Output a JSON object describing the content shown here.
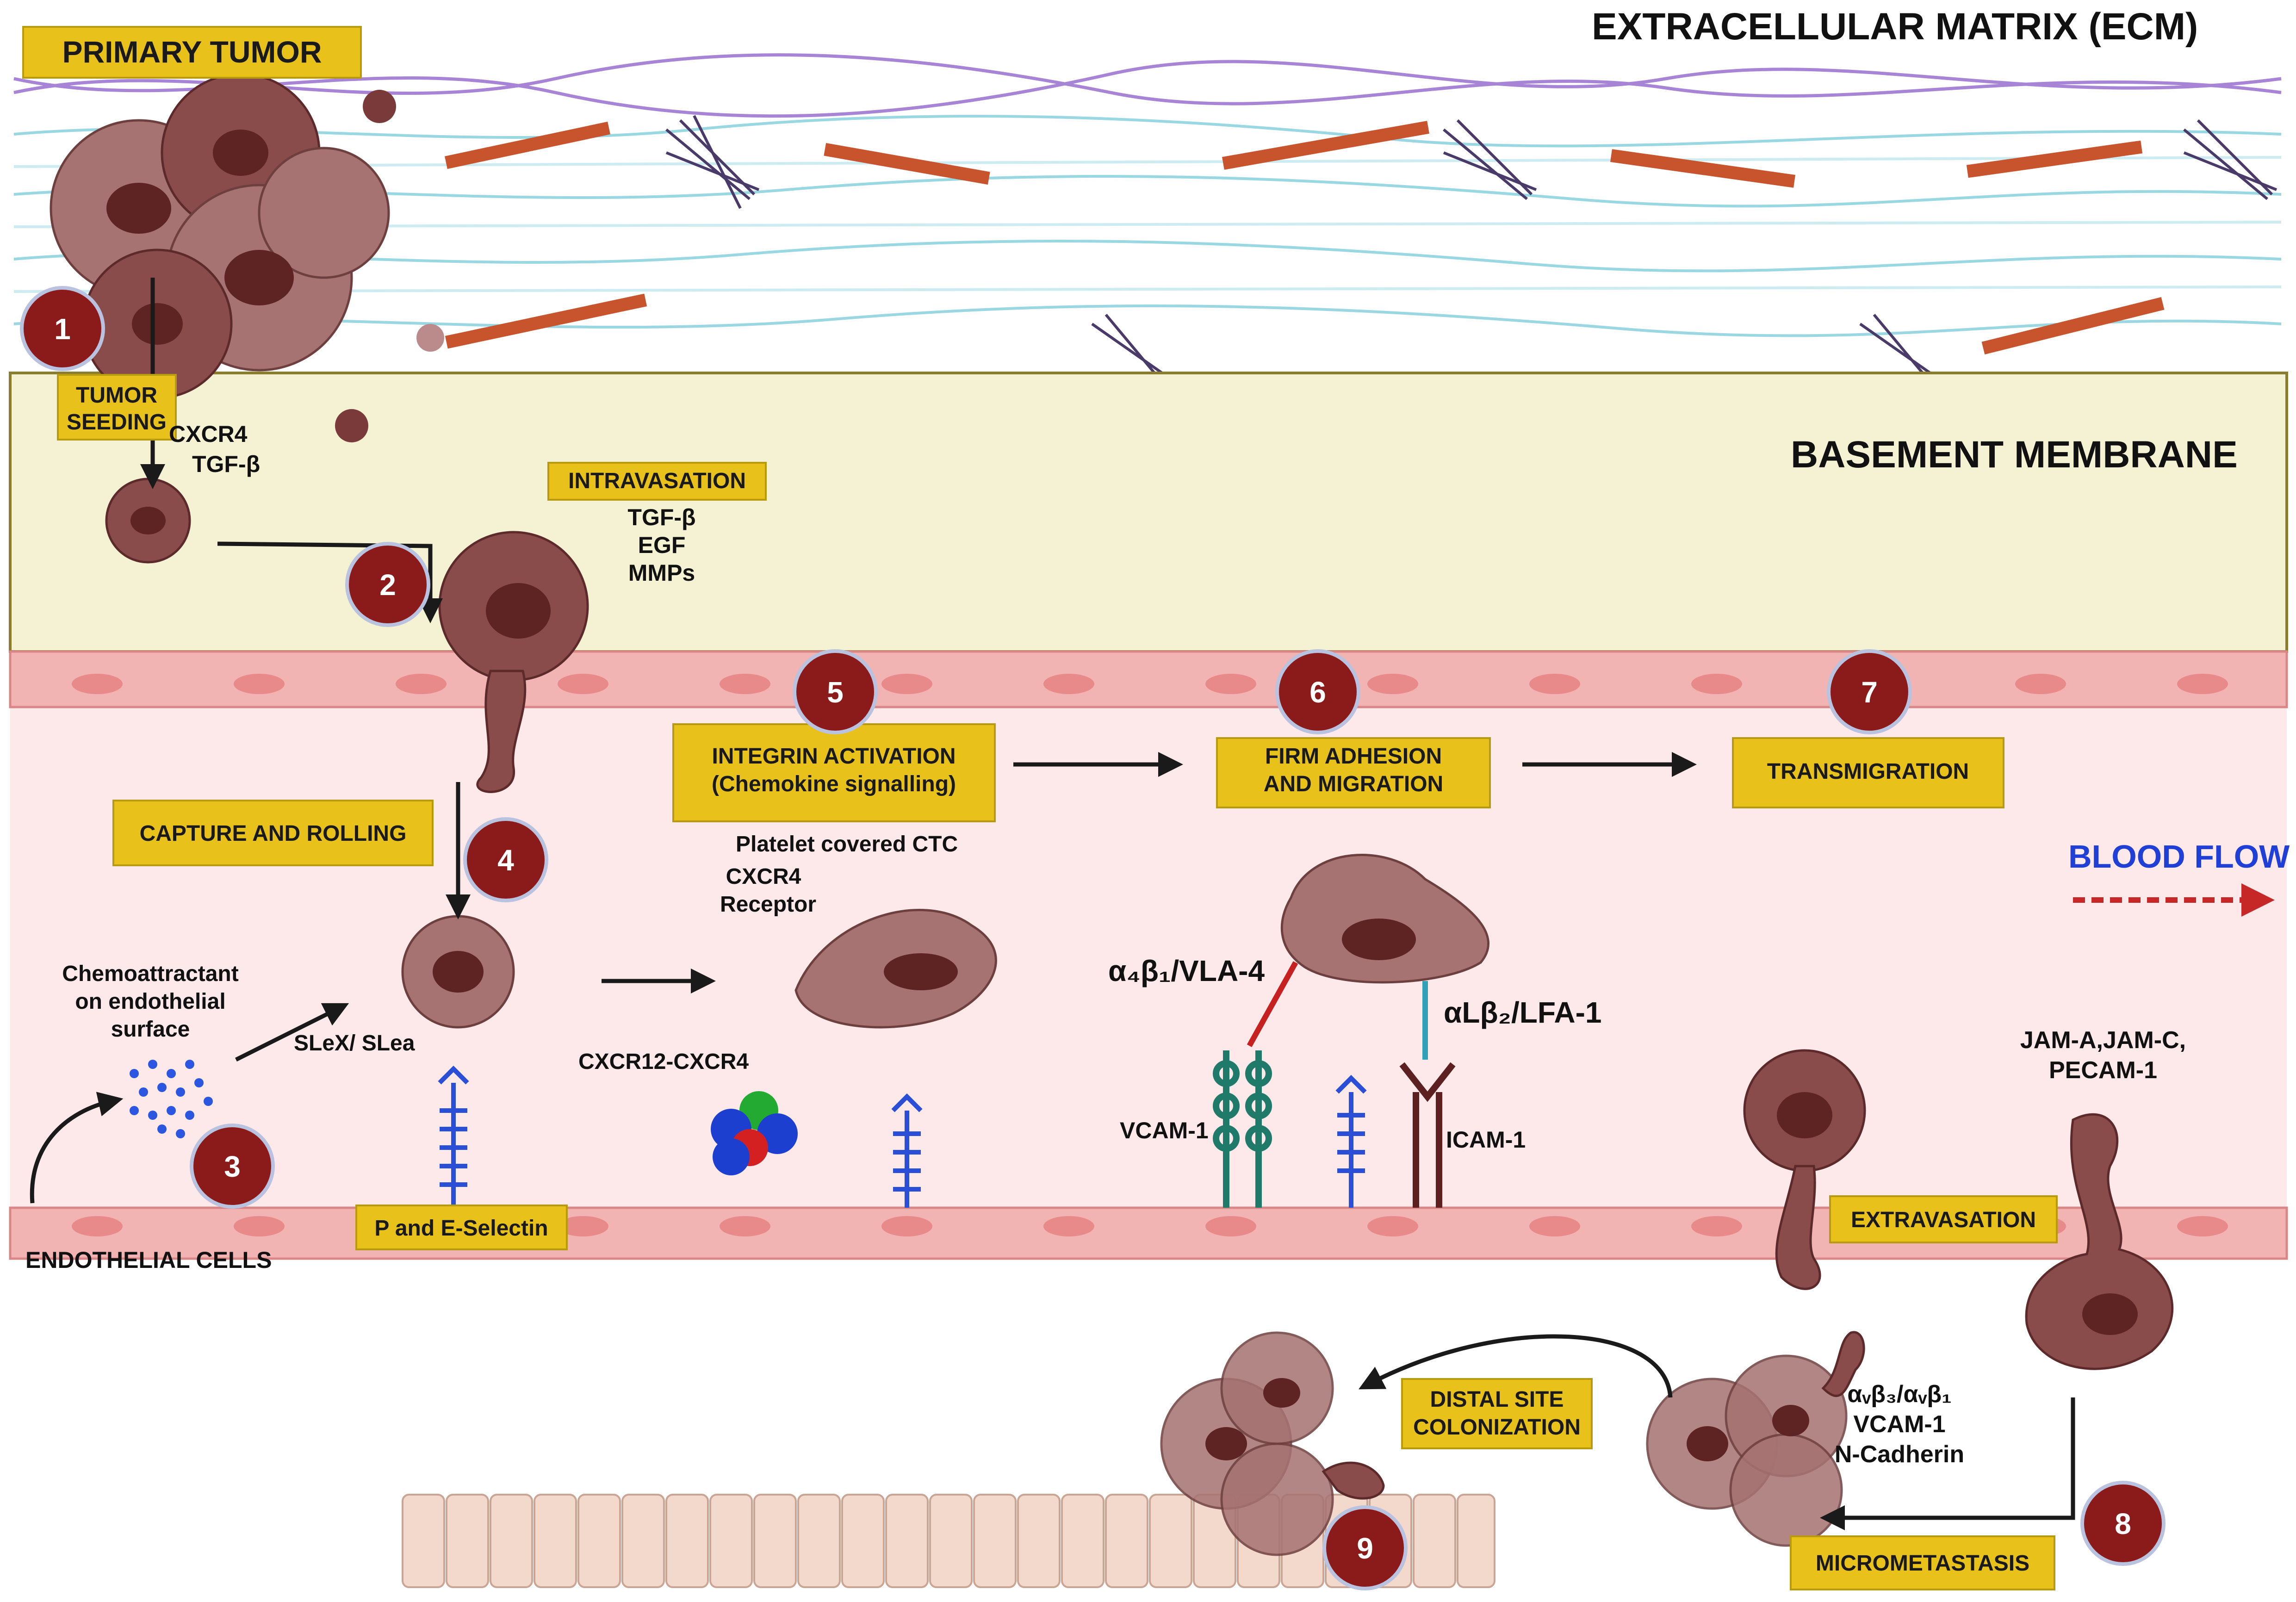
{
  "titles": {
    "ecm": "EXTRACELLULAR MATRIX (ECM)",
    "basement": "BASEMENT MEMBRANE",
    "primary_tumor": "PRIMARY TUMOR",
    "blood_flow": "BLOOD FLOW",
    "endothelial_cells": "ENDOTHELIAL CELLS"
  },
  "steps": [
    {
      "num": "1",
      "label_lines": [
        "TUMOR",
        "SEEDING"
      ]
    },
    {
      "num": "2",
      "label_lines": [
        "INTRAVASATION"
      ]
    },
    {
      "num": "3",
      "label_lines": []
    },
    {
      "num": "4",
      "label_lines": [
        "CAPTURE AND ROLLING"
      ]
    },
    {
      "num": "5",
      "label_lines": [
        "INTEGRIN  ACTIVATION",
        "(Chemokine signalling)"
      ]
    },
    {
      "num": "6",
      "label_lines": [
        "FIRM ADHESION",
        "AND MIGRATION"
      ]
    },
    {
      "num": "7",
      "label_lines": [
        "TRANSMIGRATION"
      ]
    },
    {
      "num": "8",
      "label_lines": [
        "MICROMETASTASIS"
      ]
    },
    {
      "num": "9",
      "label_lines": [
        "DISTAL SITE",
        "COLONIZATION"
      ]
    }
  ],
  "extra_boxes": {
    "selectin": "P and E-Selectin",
    "extravasation": "EXTRAVASATION"
  },
  "labels": {
    "cxcr4_tgf": [
      "CXCR4",
      "TGF-β"
    ],
    "intrav_factors": [
      "TGF-β",
      "EGF",
      "MMPs"
    ],
    "chemoattractant": [
      "Chemoattractant",
      "on endothelial",
      "surface"
    ],
    "slex": "SLeX/ SLea",
    "platelet": "Platelet covered CTC",
    "cxcr4_receptor": [
      "CXCR4",
      "Receptor"
    ],
    "cxcr12": "CXCR12-CXCR4",
    "vla4": "α₄β₁/VLA-4",
    "lfa1": "αLβ₂/LFA-1",
    "vcam1": "VCAM-1",
    "icam1": "ICAM-1",
    "jam": [
      "JAM-A,JAM-C,",
      "PECAM-1"
    ],
    "integrins_meta": [
      "αᵥβ₃/αᵥβ₁",
      "VCAM-1",
      "N-Cadherin"
    ]
  },
  "colors": {
    "step_circle": "#8b1a1a",
    "label_box": "#e8c21b",
    "blood_flow": "#1f3fd6",
    "vessel_lumen": "#fde9ea",
    "basement": "#f4f2d2",
    "endothelium": "#f2b3b3",
    "tumor_cell": "#8a4b4b"
  }
}
